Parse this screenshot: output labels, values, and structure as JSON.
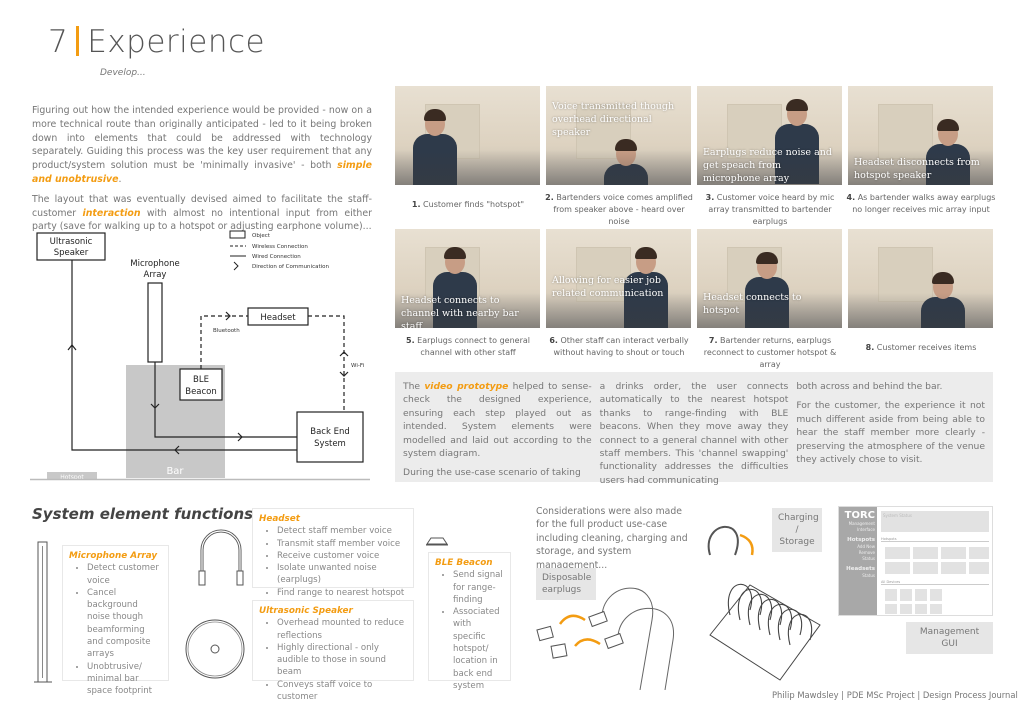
{
  "header": {
    "number": "7",
    "title": "Experience",
    "subtitle": "Develop..."
  },
  "intro": {
    "p1_text": "Figuring out how the intended experience would be provided - now on a more technical route than originally anticipated - led to it being broken down into elements that could be addressed with technology separately. Guiding this process was the key user requirement that any product/system solution must be 'minimally invasive' - both ",
    "p1_highlight": "simple and unobtrusive",
    "p1_end": ".",
    "p2_start": "The layout that was eventually devised aimed to facilitate the staff-customer ",
    "p2_highlight": "interaction",
    "p2_text": " with almost no intentional input from either party (save for walking up to a hotspot or adjusting earphone volume)..."
  },
  "diagram": {
    "ultrasonic_speaker": [
      "Ultrasonic",
      "Speaker"
    ],
    "microphone_array": [
      "Microphone",
      "Array"
    ],
    "headset": "Headset",
    "ble_beacon": [
      "BLE",
      "Beacon"
    ],
    "back_end": [
      "Back End",
      "System"
    ],
    "bar": "Bar",
    "hotspot": "Hotspot",
    "bluetooth": "Bluetooth",
    "wifi": "Wi-Fi",
    "legend": [
      "Object",
      "Wireless Connection",
      "Wired Connection",
      "Direction of Communication"
    ]
  },
  "steps": [
    {
      "num": "1.",
      "caption": "Customer finds \"hotspot\"",
      "overlay": ""
    },
    {
      "num": "2.",
      "caption": "Bartenders voice comes amplified from speaker above - heard over noise",
      "overlay": "Voice transmitted though overhead directional speaker"
    },
    {
      "num": "3.",
      "caption": "Customer voice heard by mic array transmitted to bartender earplugs",
      "overlay": "Earplugs reduce noise and get speach from microphone array"
    },
    {
      "num": "4.",
      "caption": "As bartender walks away earplugs no longer receives mic array input",
      "overlay": "Headset disconnects from hotspot speaker"
    },
    {
      "num": "5.",
      "caption": "Earplugs connect to general channel with other staff",
      "overlay": "Headset connects to channel with nearby bar staff"
    },
    {
      "num": "6.",
      "caption": "Other staff can interact verbally without having to shout or touch",
      "overlay": "Allowing for easier job related  communication"
    },
    {
      "num": "7.",
      "caption": "Bartender returns, earplugs reconnect to customer hotspot & array",
      "overlay": "Headset connects to hotspot"
    },
    {
      "num": "8.",
      "caption": "Customer receives items",
      "overlay": ""
    }
  ],
  "video_prototype": {
    "c1_start": "The ",
    "c1_highlight": "video prototype",
    "c1_text": " helped to sense-check the designed experience, ensuring each step played out as intended. System elements were modelled and laid out according to the system diagram.",
    "c1_p2": "During the use-case scenario of taking",
    "c2_text": "a drinks order, the user connects automatically to the nearest hotspot thanks to range-finding with BLE beacons. When they move away they connect to a general channel with other staff members. This 'channel swapping' functionality addresses the difficulties users had communicating",
    "c3_text": "both across and behind the bar.",
    "c3_p2": "For the customer, the experience it not much different aside from being able to hear the staff member more clearly - preserving the atmosphere of the venue they actively chose to visit."
  },
  "functions": {
    "heading": "System element functions:",
    "microphone_array": {
      "title": "Microphone Array",
      "items": [
        "Detect customer voice",
        "Cancel background noise though beamforming and composite arrays",
        "Unobtrusive/ minimal bar space footprint"
      ]
    },
    "headset": {
      "title": "Headset",
      "items": [
        "Detect staff member voice",
        "Transmit staff member voice",
        "Receive customer voice",
        "Isolate unwanted noise (earplugs)",
        "Find range to nearest hotspot"
      ]
    },
    "ultrasonic_speaker": {
      "title": "Ultrasonic Speaker",
      "items": [
        "Overhead mounted to reduce reflections",
        "Highly directional - only audible to those in sound beam",
        "Conveys staff voice to customer"
      ]
    },
    "ble_beacon": {
      "title": "BLE Beacon",
      "items": [
        "Send signal for range-finding",
        "Associated with specific hotspot/ location in back end system"
      ]
    }
  },
  "considerations": "Considerations were also made for the full product use-case including cleaning, charging and storage, and system management...",
  "labels": {
    "earplugs": "Disposable earplugs",
    "charging": "Charging / Storage",
    "gui": "Management GUI"
  },
  "gui": {
    "brand": "TORC",
    "brand_sub": "Management Interface",
    "hotspots": "Hotspots",
    "hotspot_items": [
      "Add New",
      "Remove",
      "Status"
    ],
    "headsets": "Headsets",
    "headset_items": [
      "Status"
    ],
    "system_status": "System Status",
    "hotspots_section": "Hotspots",
    "all_devices": "All Devices"
  },
  "footer": "Philip Mawdsley | PDE MSc Project | Design Process Journal",
  "colors": {
    "accent": "#f39c12",
    "panel": "#ececec",
    "bar": "#c8c8c8"
  }
}
